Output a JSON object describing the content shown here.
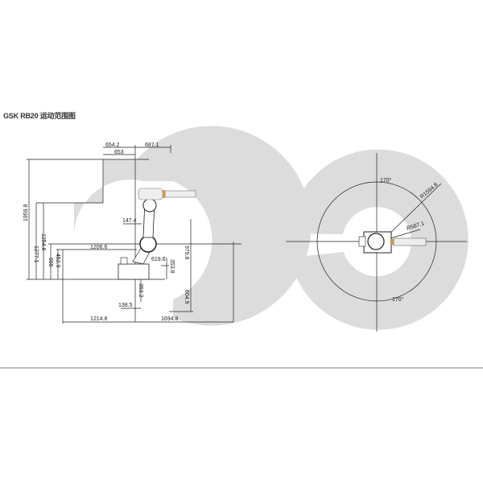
{
  "title": "GSK RB20 运动范围图",
  "side_view": {
    "dimensions": {
      "top_left_1": "654.2",
      "top_left_2": "653",
      "top_right": "687.1",
      "height_total": "1959.8",
      "height_2": "1277.1",
      "height_3": "1254.8",
      "height_4": "555",
      "height_5": "452.9",
      "reach_back": "1206.6",
      "offset_147": "147.4",
      "offset_619": "619.6",
      "height_353_8": "353.8",
      "height_979": "979.8",
      "depth_604": "604.9",
      "depth_353_2": "353.2",
      "offset_138": "138.5",
      "bottom_left": "1214.8",
      "bottom_right": "1694.8"
    }
  },
  "top_view": {
    "angle_top": "170°",
    "angle_bottom": "170°",
    "radius_outer": "R1594.8",
    "radius_inner": "R587.1"
  },
  "colors": {
    "reach_area": "#dcdcdc",
    "accent": "#e39a3a"
  }
}
